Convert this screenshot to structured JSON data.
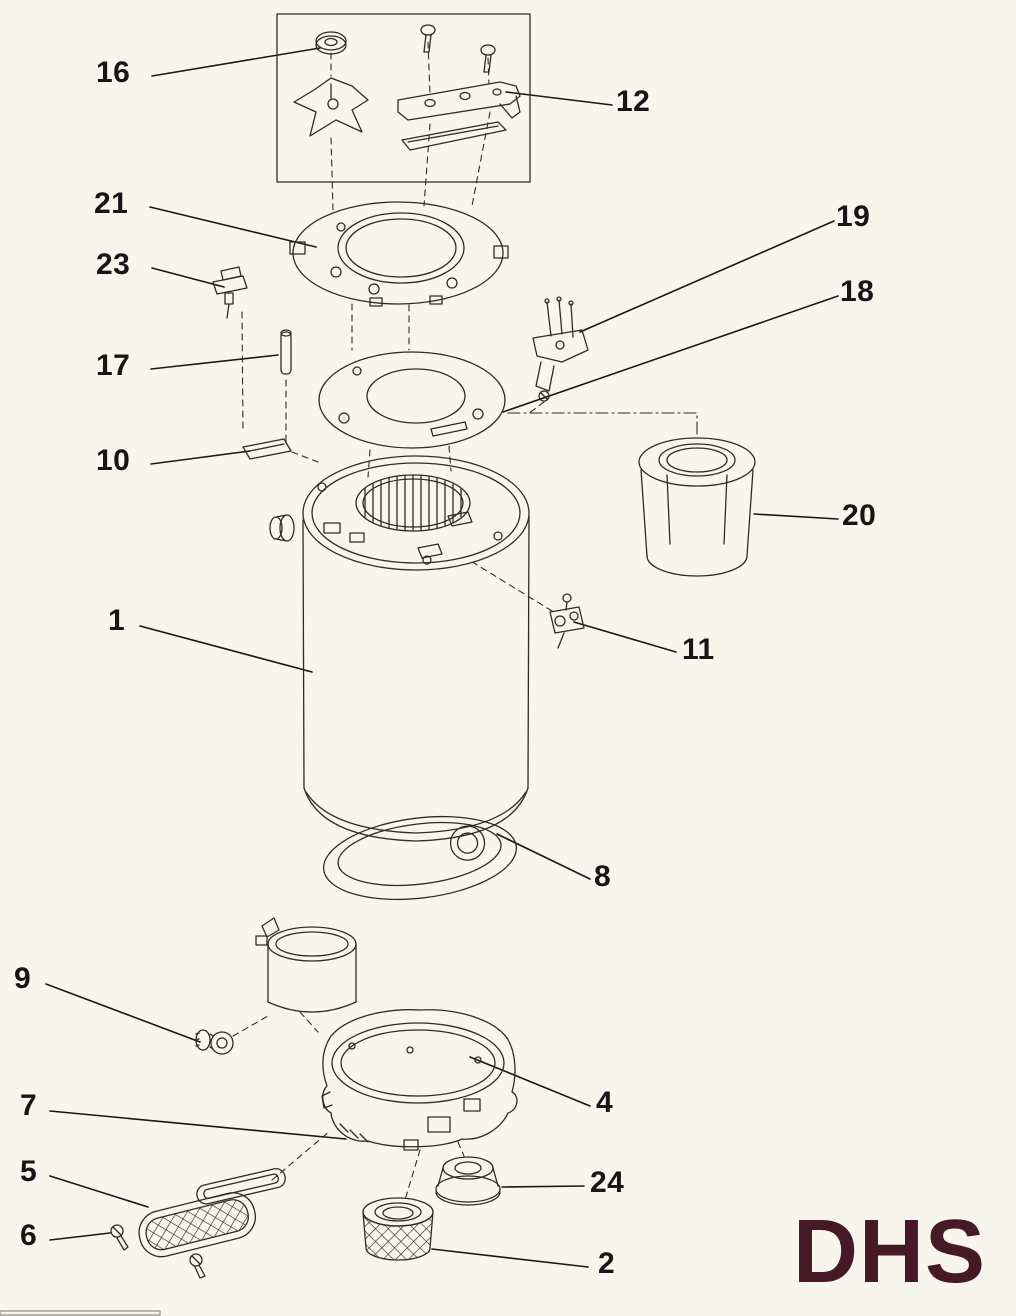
{
  "page": {
    "background_color": "#f8f5ec"
  },
  "diagram": {
    "kind": "exploded-parts-diagram",
    "labels": [
      {
        "num": "16"
      },
      {
        "num": "12"
      },
      {
        "num": "21"
      },
      {
        "num": "23"
      },
      {
        "num": "19"
      },
      {
        "num": "18"
      },
      {
        "num": "17"
      },
      {
        "num": "10"
      },
      {
        "num": "20"
      },
      {
        "num": "1"
      },
      {
        "num": "11"
      },
      {
        "num": "8"
      },
      {
        "num": "9"
      },
      {
        "num": "4"
      },
      {
        "num": "7"
      },
      {
        "num": "5"
      },
      {
        "num": "6"
      },
      {
        "num": "24"
      },
      {
        "num": "2"
      }
    ]
  },
  "logo": {
    "text": "DHS",
    "color": "#451a26"
  }
}
